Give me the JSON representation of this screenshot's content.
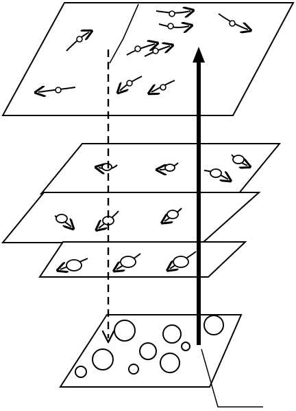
{
  "diagram": {
    "style": {
      "stroke_color": "#000000",
      "background_color": "#ffffff"
    },
    "layers": [
      {
        "id": "top-plane",
        "name": "top-plane"
      },
      {
        "id": "upper-middle-plane",
        "name": "upper-middle-plane"
      },
      {
        "id": "middle-plane",
        "name": "middle-plane"
      },
      {
        "id": "lower-middle-plane",
        "name": "lower-middle-plane"
      },
      {
        "id": "bottom-bubble-plane",
        "name": "bottom-bubble-plane"
      }
    ],
    "features": {
      "vertical_upward_arrow": true,
      "dashed_downward_arrow": true,
      "leader_line": true
    },
    "icons": [
      "arrow-up-icon",
      "arrow-down-icon",
      "molecule-icon",
      "bubble-icon"
    ]
  }
}
